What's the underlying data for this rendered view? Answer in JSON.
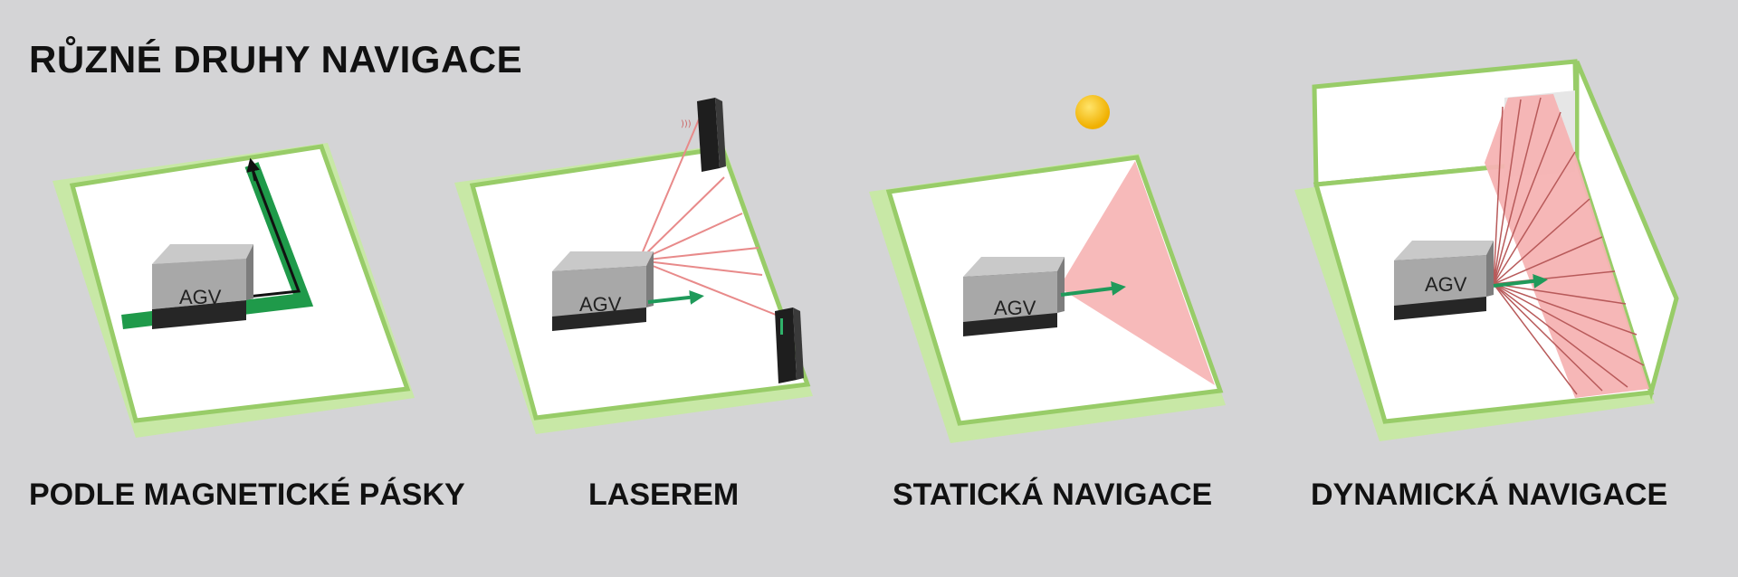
{
  "title": "RŮZNÉ DRUHY NAVIGACE",
  "panels": [
    {
      "caption": "PODLE MAGNETICKÉ PÁSKY",
      "agv_label": "AGV"
    },
    {
      "caption": "LASEREM",
      "agv_label": "AGV"
    },
    {
      "caption": "STATICKÁ NAVIGACE",
      "agv_label": "AGV"
    },
    {
      "caption": "DYNAMICKÁ NAVIGACE",
      "agv_label": "AGV"
    }
  ],
  "colors": {
    "background": "#d4d4d6",
    "floor_border": "#bfe39a",
    "floor_edge": "#98cc68",
    "magnetic_tape": "#1f9a4a",
    "direction_arrow": "#1f9a5a",
    "laser_beam": "#e88a8a",
    "sensor_zone": "#f6b3b3",
    "sun": "#f7c51a"
  }
}
